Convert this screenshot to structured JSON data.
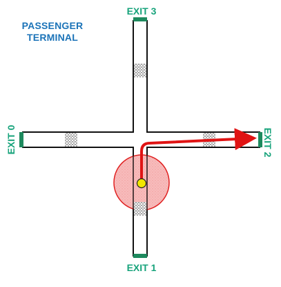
{
  "terminal": {
    "line1": "PASSENGER",
    "line2": "TERMINAL"
  },
  "exits": {
    "top": "EXIT 3",
    "bottom": "EXIT 1",
    "left": "EXIT 0",
    "right": "EXIT 2"
  },
  "colors": {
    "exit_text": "#17a37b",
    "exit_door": "#1e8a5e",
    "title_text": "#1b73b8",
    "corridor_outline": "#111111",
    "route_arrow": "#e01414",
    "zone_fill": "#f3a6a6",
    "zone_stroke": "#e02020",
    "passenger_dot": "#f2e600"
  },
  "icons": {
    "passenger": "passenger-dot-icon",
    "crowd": "crowd-patch-icon",
    "route": "route-arrow-icon"
  }
}
